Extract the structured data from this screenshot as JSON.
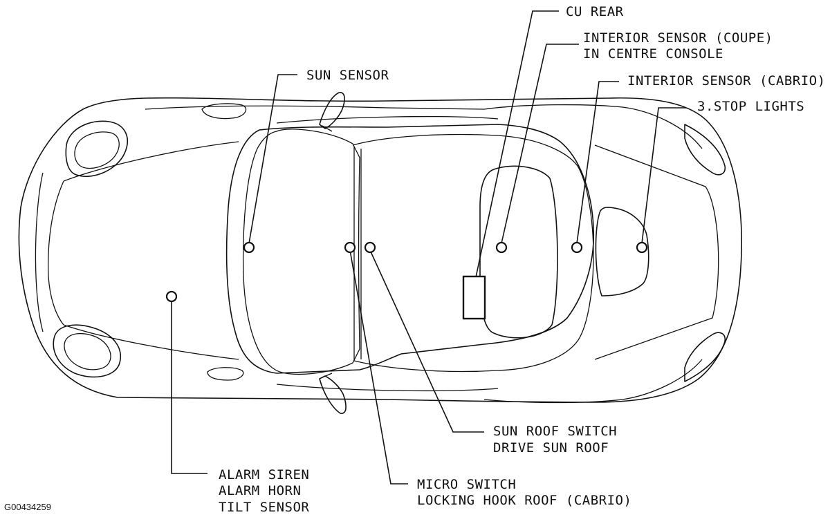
{
  "labels": {
    "cu_rear": "CU REAR",
    "interior_sensor_coupe_line1": "INTERIOR SENSOR (COUPE)",
    "interior_sensor_coupe_line2": "IN CENTRE CONSOLE",
    "sun_sensor": "SUN SENSOR",
    "interior_sensor_cabrio": "INTERIOR SENSOR (CABRIO)",
    "stop_lights": "3.STOP LIGHTS",
    "sun_roof_switch_line1": "SUN ROOF SWITCH",
    "sun_roof_switch_line2": "DRIVE SUN ROOF",
    "alarm_line1": "ALARM SIREN",
    "alarm_line2": "ALARM HORN",
    "alarm_line3": "TILT SENSOR",
    "micro_switch_line1": "MICRO SWITCH",
    "micro_switch_line2": "LOCKING HOOK ROOF (CABRIO)"
  },
  "figure_id": "G00434259"
}
